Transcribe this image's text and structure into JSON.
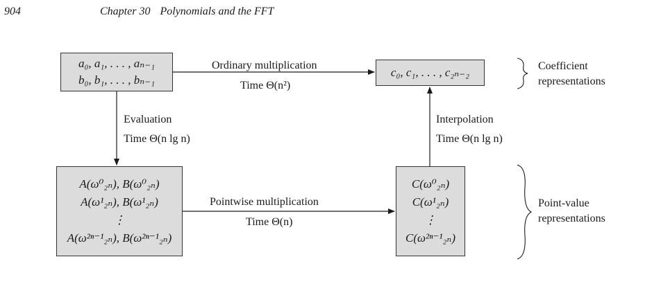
{
  "header": {
    "page_number": "904",
    "chapter": "Chapter 30",
    "title": "Polynomials and the FFT"
  },
  "boxes": {
    "coeff_input": [
      "a₀, a₁, . . . , aₙ₋₁",
      "b₀, b₁, . . . , bₙ₋₁"
    ],
    "coeff_output": "c₀, c₁, . . . , c₂ₙ₋₂",
    "point_input": [
      "A(ω⁰₂ₙ), B(ω⁰₂ₙ)",
      "A(ω¹₂ₙ), B(ω¹₂ₙ)",
      "⋮",
      "A(ω²ⁿ⁻¹₂ₙ), B(ω²ⁿ⁻¹₂ₙ)"
    ],
    "point_output": [
      "C(ω⁰₂ₙ)",
      "C(ω¹₂ₙ)",
      "⋮",
      "C(ω²ⁿ⁻¹₂ₙ)"
    ]
  },
  "arrows": {
    "ordinary": {
      "label": "Ordinary multiplication",
      "time": "Time Θ(n²)"
    },
    "evaluation": {
      "label": "Evaluation",
      "time": "Time Θ(n lg n)"
    },
    "interpolation": {
      "label": "Interpolation",
      "time": "Time Θ(n lg n)"
    },
    "pointwise": {
      "label": "Pointwise multiplication",
      "time": "Time Θ(n)"
    }
  },
  "representations": {
    "coefficient": [
      "Coefficient",
      "representations"
    ],
    "point_value": [
      "Point-value",
      "representations"
    ]
  }
}
